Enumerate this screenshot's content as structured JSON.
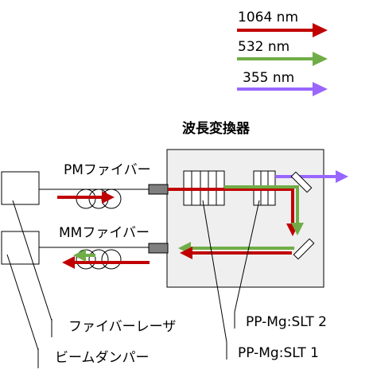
{
  "legend": [
    {
      "label": "1064 nm",
      "color": "#c00000"
    },
    {
      "label": "532 nm",
      "color": "#70ad47"
    },
    {
      "label": "355 nm",
      "color": "#9966ff"
    }
  ],
  "converter": {
    "title": "波長変換器"
  },
  "labels": {
    "pm_fiber": "PMファイバー",
    "mm_fiber": "MMファイバー",
    "fiber_laser": "ファイバーレーザ",
    "beam_dumper": "ビームダンパー",
    "crystal_2": "PP-Mg:SLT 2",
    "crystal_1": "PP-Mg:SLT 1"
  },
  "colors": {
    "box_fill": "#efefef",
    "connector": "#7f7f7f"
  }
}
